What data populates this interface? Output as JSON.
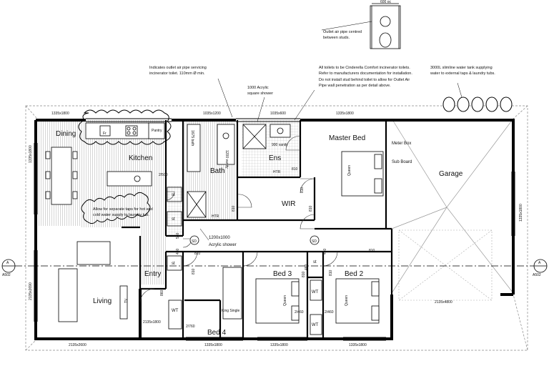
{
  "rooms": {
    "dining": "Dining",
    "kitchen": "Kitchen",
    "bath": "Bath",
    "ens": "Ens",
    "master_bed": "Master Bed",
    "garage": "Garage",
    "wir": "WIR",
    "living": "Living",
    "entry": "Entry",
    "bed3": "Bed 3",
    "bed2": "Bed 2",
    "bed4": "Bed 4"
  },
  "notes": {
    "outlet_air_pipe": "Indicates outlet air pipe servicing",
    "outlet_air_pipe_2": "incinerator toilet. 110mm Ø min.",
    "shower_1000": "1000 Acrylic",
    "shower_1000_2": "square shower",
    "toilets_1": "All toilets to be Cinderella Comfort incinerator toilets.",
    "toilets_2": "Refer to manufacturers documentation for installation.",
    "toilets_3": "Do not install stud behind toilet to allow for Outlet Air",
    "toilets_4": "Pipe wall penetration as per detail above.",
    "tank_1": "3000L slimline water tank supplying",
    "tank_2": "water to external taps & laundry tubs.",
    "centred_1": "Outlet air pipe centred",
    "centred_2": "between studs.",
    "taps_1": "Allow for separate taps for hot and",
    "taps_2": "cold water supply to laundry tub.",
    "shower_1200_1": "1200x1000",
    "shower_1200_2": "Acrylic shower",
    "detail_dim": "600 oc"
  },
  "labels": {
    "fr": "Fr",
    "pantry": "Pantry",
    "bath_1675": "1675 bath",
    "vanity_900": "900 vanity",
    "vanity_1200": "1200 vanity",
    "htr": "HTR",
    "htr2": "HTR",
    "meter_box": "Meter Box",
    "sub_board": "Sub Board",
    "queen_master": "Queen",
    "queen_bed3": "Queen",
    "queen_bed2": "Queen",
    "king_single": "King Single",
    "st1": "st",
    "st2": "st",
    "st3": "st",
    "st4": "st",
    "wt1": "WT",
    "wt2": "WT",
    "wt3": "WT",
    "tv": "TV",
    "sd1": "SD",
    "sd2": "SD",
    "section_left_letter": "A",
    "section_left_ref": "A502",
    "section_right_letter": "A",
    "section_right_ref": "A502"
  },
  "dimensions": {
    "top_w1": "1335x1800",
    "top_w2": "1035x1200",
    "top_w3": "1035x600",
    "top_w4": "1335x1800",
    "left_w1": "1335x1800",
    "left_w2": "2135x2690",
    "right_w": "1335x1800",
    "garage_door": "2135x4800",
    "bottom_w1": "2135x2600",
    "bottom_w2": "1335x1800",
    "bottom_w3": "1335x1800",
    "bottom_w4": "1335x1800",
    "living_w": "2135x1800",
    "door_2500": "2/500",
    "door_810a": "810",
    "door_810b": "810",
    "door_810c": "810",
    "door_810d": "810",
    "door_810e": "810",
    "door_810f": "810",
    "door_810g": "810",
    "door_810h": "810",
    "door_810i": "810",
    "door_460a": "460",
    "door_460b": "460",
    "door_460c": "460",
    "door_560": "560",
    "door_860": "860",
    "door_2760": "2/760",
    "door_2460a": "2/460",
    "door_2460b": "2/460"
  }
}
